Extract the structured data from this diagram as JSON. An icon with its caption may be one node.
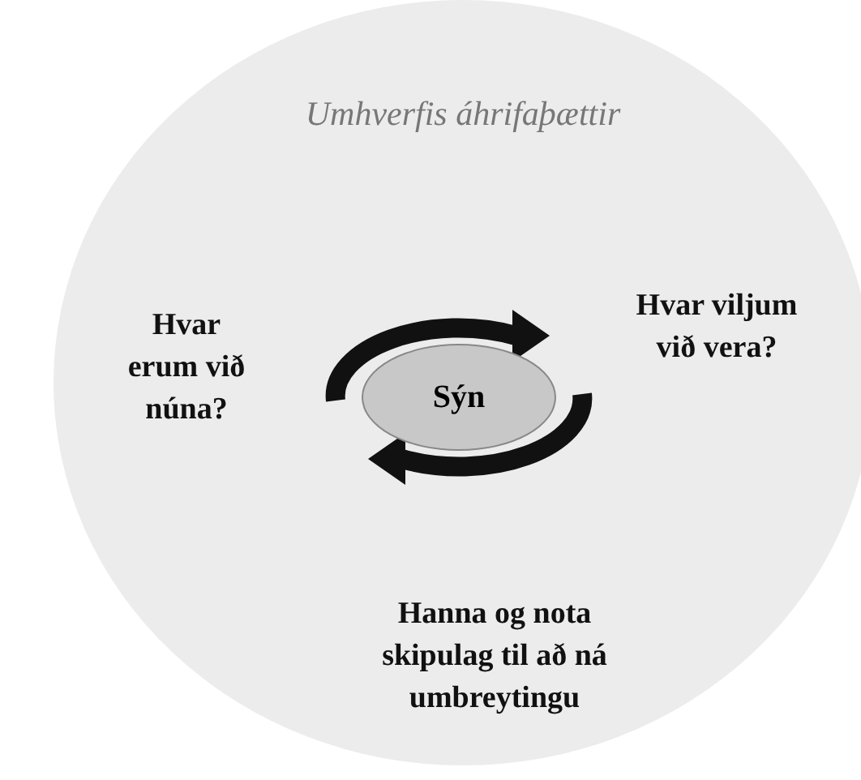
{
  "diagram": {
    "nodes": [
      {
        "text": [
          "Umhverfis áhrifaþættir"
        ]
      },
      {
        "text": [
          "Sýn"
        ],
        "in": 0
      }
    ],
    "edges": [],
    "labels": [
      "Hvar erum við núna?",
      "Hvar viljum við vera?",
      "Hanna og nota skipulag til að ná umbreytingu"
    ]
  }
}
